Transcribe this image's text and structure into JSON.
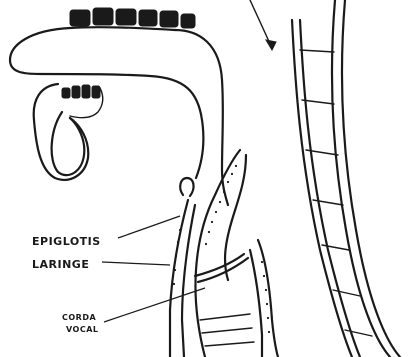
{
  "labels": {
    "epiglotis": "EPIGLOTIS",
    "laringe": "LARINGE",
    "corda_line1": "CORDA",
    "corda_line2": "VOCAL"
  }
}
